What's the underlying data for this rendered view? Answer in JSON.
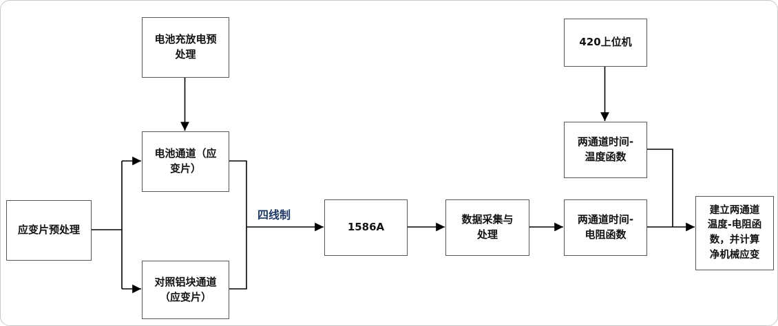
{
  "diagram": {
    "type": "flowchart",
    "nodes": {
      "battery_pretreat": {
        "label": "电池充放电预\n处理"
      },
      "host_420": {
        "label": "420上位机"
      },
      "battery_channel": {
        "label": "电池通道（应\n变片）"
      },
      "time_temperature": {
        "label": "两通道时间-\n温度函数"
      },
      "strain_pretreat": {
        "label": "应变片预处理"
      },
      "meter_1586a": {
        "label": "1586A"
      },
      "data_acquisition": {
        "label": "数据采集与\n处理"
      },
      "time_resistance": {
        "label": "两通道时间-\n电阻函数"
      },
      "aluminum_channel": {
        "label": "对照铝块通道\n（应变片）"
      },
      "result": {
        "label": "建立两通道\n温度-电阻函\n数，并计算\n净机械应变"
      }
    },
    "edge_labels": {
      "four_wire": {
        "label": "四线制",
        "color": "#1F3864"
      }
    },
    "edges": [
      {
        "from": "battery_pretreat",
        "to": "battery_channel"
      },
      {
        "from": "strain_pretreat",
        "to": "battery_channel"
      },
      {
        "from": "strain_pretreat",
        "to": "aluminum_channel"
      },
      {
        "from": "battery_channel",
        "to": "meter_1586a",
        "label": "四线制"
      },
      {
        "from": "aluminum_channel",
        "to": "meter_1586a",
        "label": "四线制"
      },
      {
        "from": "meter_1586a",
        "to": "data_acquisition"
      },
      {
        "from": "data_acquisition",
        "to": "time_resistance"
      },
      {
        "from": "host_420",
        "to": "time_temperature"
      },
      {
        "from": "time_temperature",
        "to": "result"
      },
      {
        "from": "time_resistance",
        "to": "result"
      }
    ],
    "colors": {
      "node_border": "#555555",
      "node_fill": "#FFFFFF",
      "connector": "#000000",
      "text": "#111111",
      "canvas_border": "#C8C8C8"
    }
  }
}
